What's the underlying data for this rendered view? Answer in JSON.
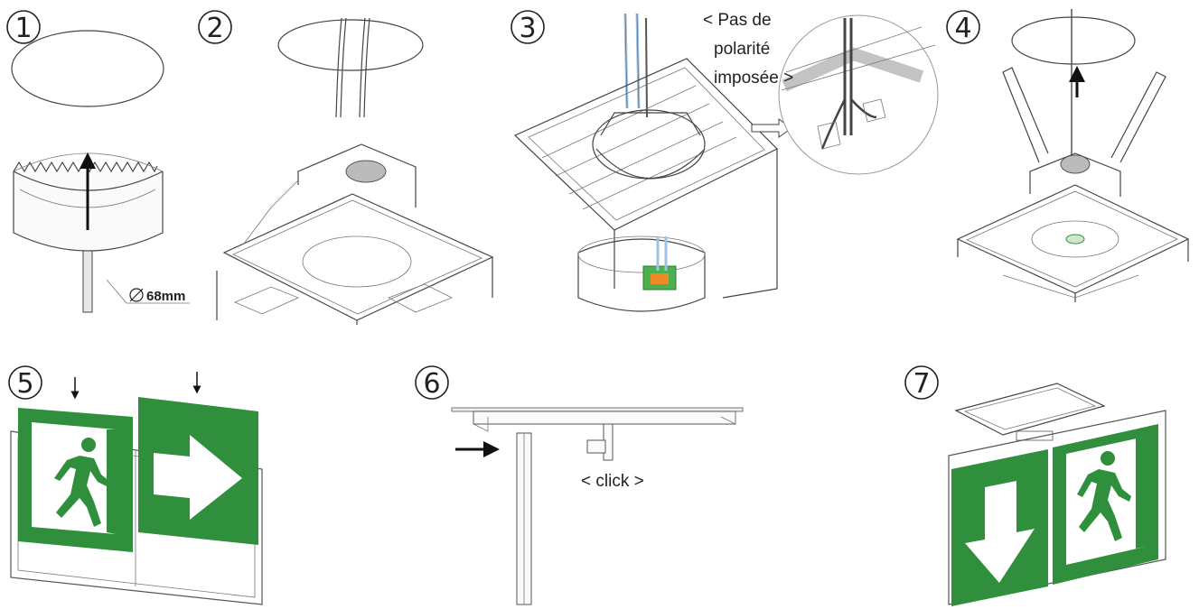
{
  "steps": [
    {
      "number": "1",
      "dimension": "68mm"
    },
    {
      "number": "2"
    },
    {
      "number": "3",
      "callout": [
        "< Pas de",
        "polarité",
        "imposée >"
      ]
    },
    {
      "number": "4"
    },
    {
      "number": "5"
    },
    {
      "number": "6",
      "callout": "< click >"
    },
    {
      "number": "7"
    }
  ],
  "colors": {
    "sign_green": "#2f8f3c",
    "wire_blue": "#9fc3e6",
    "terminal_green": "#4caf50",
    "terminal_orange": "#f08a24",
    "line": "#444444"
  },
  "icons": [
    "running-man-icon",
    "arrow-right-icon",
    "arrow-down-icon",
    "arrow-up-icon",
    "diameter-icon"
  ]
}
